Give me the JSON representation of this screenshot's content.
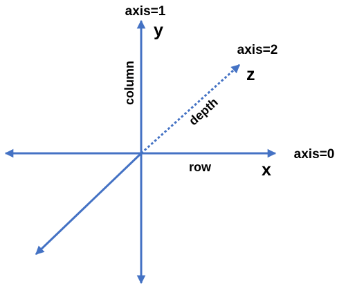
{
  "colors": {
    "axis": "#4472c4",
    "text": "#000000"
  },
  "axes": {
    "x": {
      "axis_label": "axis=0",
      "letter": "x",
      "name": "row"
    },
    "y": {
      "axis_label": "axis=1",
      "letter": "y",
      "name": "column"
    },
    "z": {
      "axis_label": "axis=2",
      "letter": "z",
      "name": "depth"
    }
  }
}
